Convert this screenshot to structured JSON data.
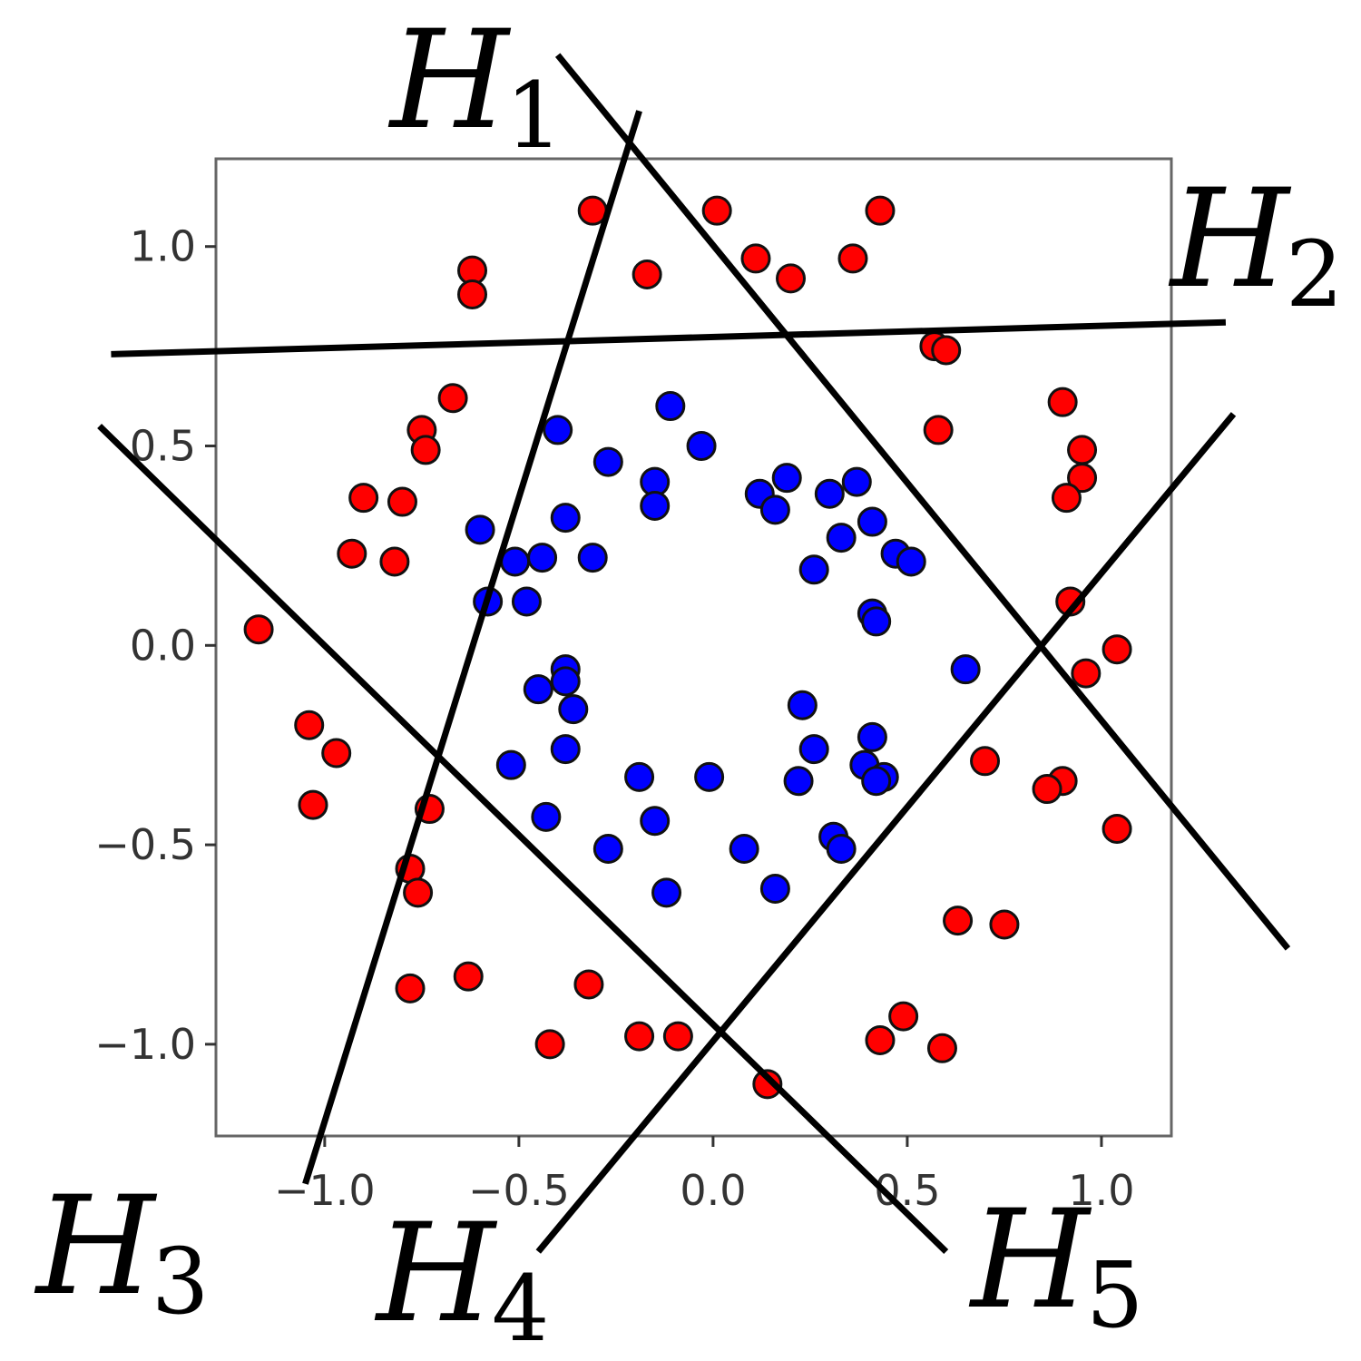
{
  "chart_data": {
    "type": "scatter",
    "title": "",
    "xlabel": "",
    "ylabel": "",
    "xlim": [
      -1.28,
      1.18
    ],
    "ylim": [
      -1.23,
      1.22
    ],
    "grid": false,
    "x_ticks": [
      {
        "value": -1.0,
        "label": "−1.0"
      },
      {
        "value": -0.5,
        "label": "−0.5"
      },
      {
        "value": 0.0,
        "label": "0.0"
      },
      {
        "value": 0.5,
        "label": "0.5"
      },
      {
        "value": 1.0,
        "label": "1.0"
      }
    ],
    "y_ticks": [
      {
        "value": 1.0,
        "label": "1.0"
      },
      {
        "value": 0.5,
        "label": "0.5"
      },
      {
        "value": 0.0,
        "label": "0.0"
      },
      {
        "value": -0.5,
        "label": "−0.5"
      },
      {
        "value": -1.0,
        "label": "−1.0"
      }
    ],
    "series": [
      {
        "color": "#ff0000",
        "points": [
          [
            -0.31,
            1.09
          ],
          [
            0.01,
            1.09
          ],
          [
            0.43,
            1.09
          ],
          [
            0.11,
            0.97
          ],
          [
            0.36,
            0.97
          ],
          [
            -0.17,
            0.93
          ],
          [
            0.2,
            0.92
          ],
          [
            -0.62,
            0.94
          ],
          [
            -0.62,
            0.88
          ],
          [
            0.57,
            0.75
          ],
          [
            0.6,
            0.74
          ],
          [
            -0.67,
            0.62
          ],
          [
            0.9,
            0.61
          ],
          [
            -0.75,
            0.54
          ],
          [
            0.58,
            0.54
          ],
          [
            -0.74,
            0.49
          ],
          [
            0.95,
            0.49
          ],
          [
            0.95,
            0.42
          ],
          [
            -0.9,
            0.37
          ],
          [
            0.91,
            0.37
          ],
          [
            -0.8,
            0.36
          ],
          [
            -0.93,
            0.23
          ],
          [
            -0.82,
            0.21
          ],
          [
            0.92,
            0.11
          ],
          [
            -1.17,
            0.04
          ],
          [
            1.04,
            -0.01
          ],
          [
            0.96,
            -0.07
          ],
          [
            -1.04,
            -0.2
          ],
          [
            -0.97,
            -0.27
          ],
          [
            0.7,
            -0.29
          ],
          [
            0.9,
            -0.34
          ],
          [
            0.86,
            -0.36
          ],
          [
            -1.03,
            -0.4
          ],
          [
            -0.73,
            -0.41
          ],
          [
            1.04,
            -0.46
          ],
          [
            -0.78,
            -0.56
          ],
          [
            -0.76,
            -0.62
          ],
          [
            0.63,
            -0.69
          ],
          [
            0.75,
            -0.7
          ],
          [
            -0.63,
            -0.83
          ],
          [
            -0.32,
            -0.85
          ],
          [
            -0.78,
            -0.86
          ],
          [
            0.49,
            -0.93
          ],
          [
            -0.19,
            -0.98
          ],
          [
            -0.09,
            -0.98
          ],
          [
            0.43,
            -0.99
          ],
          [
            -0.42,
            -1.0
          ],
          [
            0.59,
            -1.01
          ],
          [
            0.14,
            -1.1
          ]
        ]
      },
      {
        "color": "#0000ff",
        "points": [
          [
            -0.11,
            0.6
          ],
          [
            -0.4,
            0.54
          ],
          [
            -0.03,
            0.5
          ],
          [
            -0.27,
            0.46
          ],
          [
            -0.15,
            0.41
          ],
          [
            0.19,
            0.42
          ],
          [
            0.37,
            0.41
          ],
          [
            0.12,
            0.38
          ],
          [
            0.3,
            0.38
          ],
          [
            -0.15,
            0.35
          ],
          [
            0.16,
            0.34
          ],
          [
            -0.38,
            0.32
          ],
          [
            -0.6,
            0.29
          ],
          [
            0.41,
            0.31
          ],
          [
            0.33,
            0.27
          ],
          [
            -0.51,
            0.21
          ],
          [
            -0.44,
            0.22
          ],
          [
            -0.31,
            0.22
          ],
          [
            0.47,
            0.23
          ],
          [
            0.51,
            0.21
          ],
          [
            0.26,
            0.19
          ],
          [
            -0.58,
            0.11
          ],
          [
            -0.48,
            0.11
          ],
          [
            0.41,
            0.08
          ],
          [
            0.42,
            0.06
          ],
          [
            0.65,
            -0.06
          ],
          [
            -0.38,
            -0.06
          ],
          [
            -0.38,
            -0.09
          ],
          [
            -0.45,
            -0.11
          ],
          [
            -0.36,
            -0.16
          ],
          [
            0.23,
            -0.15
          ],
          [
            0.41,
            -0.23
          ],
          [
            -0.38,
            -0.26
          ],
          [
            0.26,
            -0.26
          ],
          [
            -0.52,
            -0.3
          ],
          [
            0.39,
            -0.3
          ],
          [
            0.44,
            -0.33
          ],
          [
            0.42,
            -0.34
          ],
          [
            -0.19,
            -0.33
          ],
          [
            -0.01,
            -0.33
          ],
          [
            0.22,
            -0.34
          ],
          [
            -0.43,
            -0.43
          ],
          [
            -0.15,
            -0.44
          ],
          [
            0.31,
            -0.48
          ],
          [
            0.33,
            -0.51
          ],
          [
            -0.27,
            -0.51
          ],
          [
            0.08,
            -0.51
          ],
          [
            -0.12,
            -0.62
          ],
          [
            0.16,
            -0.61
          ]
        ]
      }
    ],
    "hyperplanes": [
      {
        "name": "H",
        "sub": "1",
        "p1": [
          -0.4,
          1.48
        ],
        "p2": [
          1.48,
          -0.76
        ]
      },
      {
        "name": "H",
        "sub": "2",
        "p1": [
          -1.55,
          0.73
        ],
        "p2": [
          1.32,
          0.81
        ]
      },
      {
        "name": "H",
        "sub": "3",
        "p1": [
          -1.05,
          -1.35
        ],
        "p2": [
          -0.19,
          1.34
        ]
      },
      {
        "name": "H",
        "sub": "4",
        "p1": [
          -0.45,
          -1.52
        ],
        "p2": [
          1.34,
          0.58
        ]
      },
      {
        "name": "H",
        "sub": "5",
        "p1": [
          -1.58,
          0.55
        ],
        "p2": [
          0.6,
          -1.52
        ]
      }
    ]
  }
}
